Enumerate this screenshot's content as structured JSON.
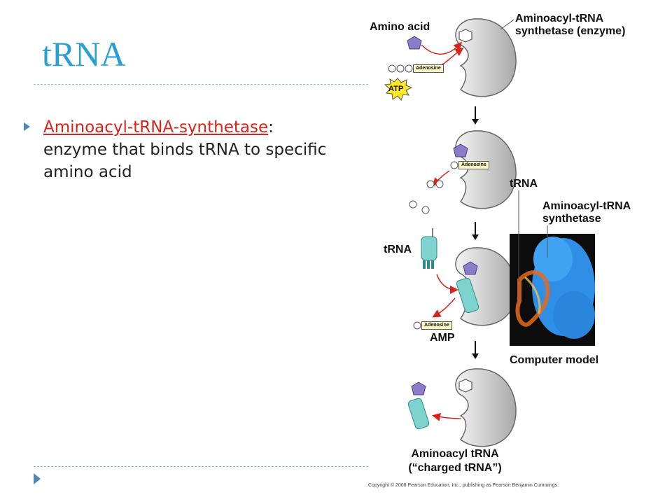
{
  "slide": {
    "title": "tRNA",
    "bullet_term": "Aminoacyl-tRNA-synthetase",
    "bullet_rest": ": enzyme that binds tRNA to specific amino acid"
  },
  "figure": {
    "amino_acid": "Amino acid",
    "enzyme_label": "Aminoacyl-tRNA synthetase (enzyme)",
    "adenosine": "Adenosine",
    "atp": "ATP",
    "trna_right": "tRNA",
    "model_enzyme_label": "Aminoacyl-tRNA synthetase",
    "trna_left": "tRNA",
    "amp": "AMP",
    "computer_model": "Computer model",
    "product_line1": "Aminoacyl tRNA",
    "product_line2": "(“charged tRNA”)",
    "copyright": "Copyright © 2008 Pearson Education, Inc., publishing as Pearson Benjamin Cummings."
  }
}
